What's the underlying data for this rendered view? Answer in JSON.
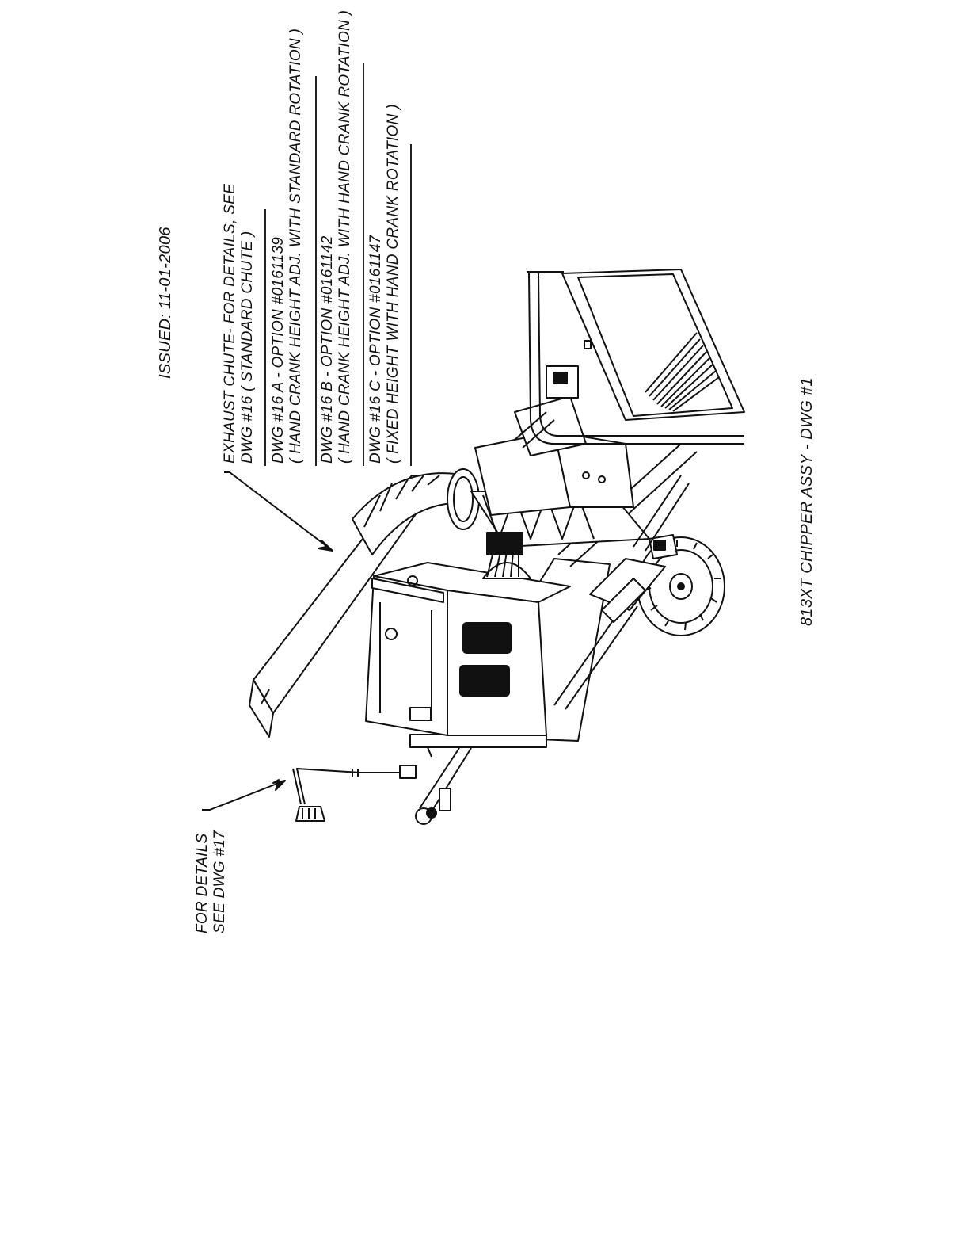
{
  "issued": "ISSUED: 11-01-2006",
  "callouts": {
    "chute": {
      "line1": "EXHAUST CHUTE- FOR DETAILS, SEE",
      "line2": "DWG #16 ( STANDARD CHUTE )"
    },
    "option_a": {
      "line1": "DWG #16 A  -  OPTION #0161139",
      "line2": "( HAND CRANK HEIGHT ADJ. WITH STANDARD ROTATION )"
    },
    "option_b": {
      "line1": "DWG #16 B  -  OPTION #0161142",
      "line2": "( HAND CRANK HEIGHT ADJ. WITH HAND CRANK ROTATION )"
    },
    "option_c": {
      "line1": "DWG #16 C  -  OPTION #0161147",
      "line2": "( FIXED HEIGHT  WITH HAND CRANK ROTATION )"
    },
    "jack": {
      "line1": "FOR DETAILS",
      "line2": "SEE DWG #17"
    }
  },
  "caption": "813XT CHIPPER  ASSY - DWG #1"
}
